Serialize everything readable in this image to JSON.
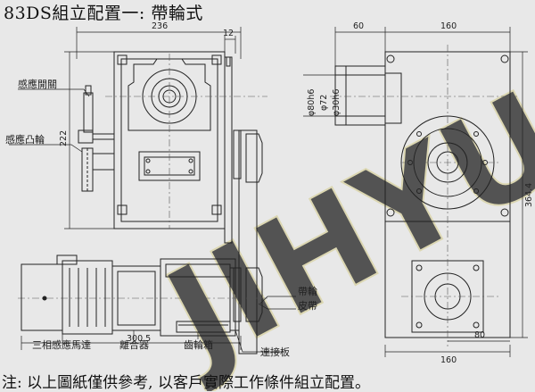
{
  "title": "83DS組立配置一: 帶輪式",
  "note": "注: 以上圖紙僅供參考, 以客戶實際工作條件組立配置。",
  "watermark": "JIHYU",
  "dimensions": {
    "d236": "236",
    "d12": "12",
    "d222": "222",
    "d300_5": "300.5",
    "d60": "60",
    "d160_top": "160",
    "d364_4": "364.4",
    "d160_bottom": "160",
    "d80": "80",
    "phi80h6": "φ80h6",
    "phi72": "φ72",
    "phi30h6": "φ30h6"
  },
  "labels": {
    "sensor_switch": "感應開關",
    "sensor_cam": "感應凸輪",
    "pulley": "帶輪",
    "belt": "皮帶",
    "motor": "三相感應馬達",
    "clutch": "離合器",
    "gearbox": "齒輪箱",
    "connecting_plate": "連接板"
  },
  "colors": {
    "background": "#e8e8e8",
    "line": "#222222",
    "watermark": "#f4f1c0",
    "center_line": "#555555"
  }
}
